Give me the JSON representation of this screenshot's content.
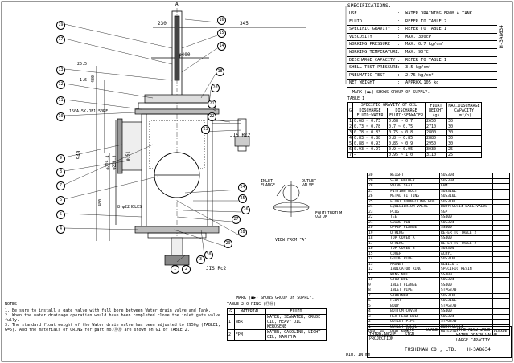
{
  "title_block": {
    "drawing_number": "H-3A8634",
    "drawing_number_side": "H-3A8634",
    "company": "FUSHIMAN CO., LTD.",
    "type": "TYPE A102-2ADB",
    "title": "WATER DRAIN VALVE",
    "subtitle": "LARGE CAPACITY",
    "projection": "THIRD-ANGLE PROJECTION",
    "dim_unit": "DIM. IN mm",
    "date_label": "DATE",
    "scale_label": "SCALE",
    "sign_label": "SIGN"
  },
  "specifications": {
    "heading": "SPECIFICATIONS.",
    "rows": [
      {
        "label": "USE",
        "value": "WATER DRAINING FROM A TANK"
      },
      {
        "label": "FLUID",
        "value": "REFER TO TABLE 2"
      },
      {
        "label": "SPECIFIC GRAVITY",
        "value": "REFER TO TABLE 1"
      },
      {
        "label": "VISCOSITY",
        "value": "MAX. 300cP"
      },
      {
        "label": "WORKING PRESSURE",
        "value": "MAX. 0.7 kg/cm²"
      },
      {
        "label": "WORKING TEMPERATURE",
        "value": "MAX. 90°C"
      },
      {
        "label": "DISCHARGE CAPACITY",
        "value": "REFER TO TABLE 1"
      },
      {
        "label": "SHELL TEST PRESSURE",
        "value": "3.5 kg/cm²"
      },
      {
        "label": "PNEUMATIC TEST",
        "value": "2.75 kg/cm²"
      },
      {
        "label": "NET WEIGHT",
        "value": "APPROX.105 kg"
      }
    ]
  },
  "table1": {
    "mark_note": "MARK (◼▶) SHOWS GROUP OF SUPPLY.",
    "caption": "TABLE 1",
    "headers": {
      "g": "G",
      "sg": "SPECIFIC GRAVITY OF OIL",
      "dis": "DISCHARGE FLUID:WATER",
      "dis2": "DISCHARGE FLUID:SEAWATER",
      "float": "FLOAT WEIGHT (g)",
      "cap": "MAX.DISCHARGE CAPACITY (m³/h)"
    },
    "rows": [
      [
        "1",
        "0.68 ~ 0.73",
        "0.68 ~ 0.7",
        "2650",
        "30"
      ],
      [
        "2",
        "0.73 ~ 0.78",
        "0.7 ~ 0.75",
        "2710",
        "30"
      ],
      [
        "3",
        "0.78 ~ 0.83",
        "0.75 ~ 0.8",
        "2800",
        "30"
      ],
      [
        "4",
        "0.83 ~ 0.88",
        "0.8 ~ 0.85",
        "2880",
        "30"
      ],
      [
        "5",
        "0.88 ~ 0.93",
        "0.85 ~ 0.9",
        "2950",
        "30"
      ],
      [
        "6",
        "0.93 ~ 0.97",
        "0.9 ~ 0.95",
        "3030",
        "25"
      ],
      [
        "7",
        "—",
        "0.95 ~ 1.0",
        "3110",
        "25"
      ]
    ]
  },
  "parts": {
    "rows": [
      [
        "30",
        "WEIGHT",
        "SUS304"
      ],
      [
        "29",
        "SEAT HOLDER",
        "SUS304"
      ],
      [
        "28",
        "VALVE SEAT",
        "FPM"
      ],
      [
        "27",
        "FITTING BOLT",
        "SUS316L"
      ],
      [
        "26",
        "METAL FITTING",
        "SUS316L"
      ],
      [
        "25",
        "FLOAT CONNECTING ROD",
        "SUS316L"
      ],
      [
        "24",
        "EQUILIBRIUM VALVE",
        "BODY:SCS14  BALL:VALVE"
      ],
      [
        "23",
        "PLUG",
        "SGP"
      ],
      [
        "22",
        "TEE",
        "SS400"
      ],
      [
        "21",
        "GUIDE PIN",
        "SUS304"
      ],
      [
        "20",
        "UPPER FLANGE",
        "SS400"
      ],
      [
        "19",
        "O RING",
        "REFER TO TABLE 2"
      ],
      [
        "18",
        "TOP COVER A",
        "SS400"
      ],
      [
        "17",
        "O RING",
        "REFER TO TABLE 2"
      ],
      [
        "16",
        "TOP COVER B",
        "SUS304"
      ],
      [
        "15",
        "COVER",
        "ACRYL"
      ],
      [
        "14",
        "GUIDE PIPE",
        "SUS316L"
      ],
      [
        "13",
        "MAGNET",
        "ALNICO 5"
      ],
      [
        "12",
        "INDICATOR RING",
        "SPECIFIC RESIN"
      ],
      [
        "11",
        "WING NUT",
        "SS400"
      ],
      [
        "10",
        "STUD BOLT",
        "SUS304"
      ],
      [
        "9",
        "INLET FLANGE",
        "SS400"
      ],
      [
        "8",
        "INLET PIPE",
        "STPG370"
      ],
      [
        "7",
        "STRAINER",
        "SUS316L"
      ],
      [
        "6",
        "FLOAT",
        "SUS316L"
      ],
      [
        "5",
        "BODY",
        "STPG370"
      ],
      [
        "4",
        "BOTTOM COVER",
        "SS400"
      ],
      [
        "3",
        "HEX HEAD BOLT",
        "SUS304"
      ],
      [
        "2",
        "OUTLET PIPE",
        "STPG370"
      ],
      [
        "1",
        "OUTLET VALVE",
        "BODY:SCS14"
      ]
    ],
    "header": {
      "no": "PART No.",
      "name": "PART NAME",
      "material": "MATERIAL",
      "remark": "REMARK"
    }
  },
  "table2": {
    "mark_note": "MARK (◼▶) SHOWS GROUP OF SUPPLY.",
    "caption": "TABLE 2  O RING (⑰⑲)",
    "headers": [
      "G",
      "MATERIAL",
      "FLUID"
    ],
    "rows": [
      [
        "1",
        "NBR",
        "WATER, SEAWATER, CRUDE OIL, HEAVY OIL, KEROSENE"
      ],
      [
        "2",
        "FPM",
        "WATER, GASOLINE, LIGHT OIL, NAPHTHA"
      ]
    ]
  },
  "notes": {
    "heading": "NOTES",
    "items": [
      "1. Be sure to install a gate valve with full bore between Water drain valve and Tank.",
      "2. When the water drainage operation would have been completed close the inlet gate valve fully.",
      "3. The standard float weight of the Water drain valve has been adjusted to 2950g (TABLE1, G=5). And the materials of ORING for part no.⑰⑲ are shown on G1 of TABLE 2."
    ]
  },
  "drawing": {
    "view_marker": "A",
    "dims": {
      "d230": "230",
      "d345": "345",
      "d400": "φ400",
      "d255": "25.5",
      "d16": "1.6",
      "d480a": "480",
      "d940": "940",
      "d480b": "480",
      "d279": "φ279.4",
      "d2163": "φ216.3",
      "d151": "φ151",
      "holes": "8-φ22HOLES"
    },
    "flange_label": "150A-5K-JF1150RF",
    "jis1": "JIS Rc2",
    "jis2": "JIS Rc2",
    "view_a": "VIEW FROM \"A\"",
    "inlet_flange": "INLET FLANGE",
    "outlet_valve": "OUTLET VALVE",
    "equilibrium": "EQUILIBRIUM VALVE",
    "balloons_left": [
      "19",
      "17",
      "13",
      "12",
      "11",
      "10",
      "9",
      "8",
      "7",
      "6",
      "5",
      "4"
    ],
    "balloons_right": [
      "16",
      "15",
      "14",
      "18",
      "20",
      "21",
      "22",
      "23",
      "24",
      "25",
      "26",
      "27",
      "28",
      "29",
      "30"
    ],
    "balloons_bottom": [
      "1",
      "2",
      "3"
    ]
  }
}
